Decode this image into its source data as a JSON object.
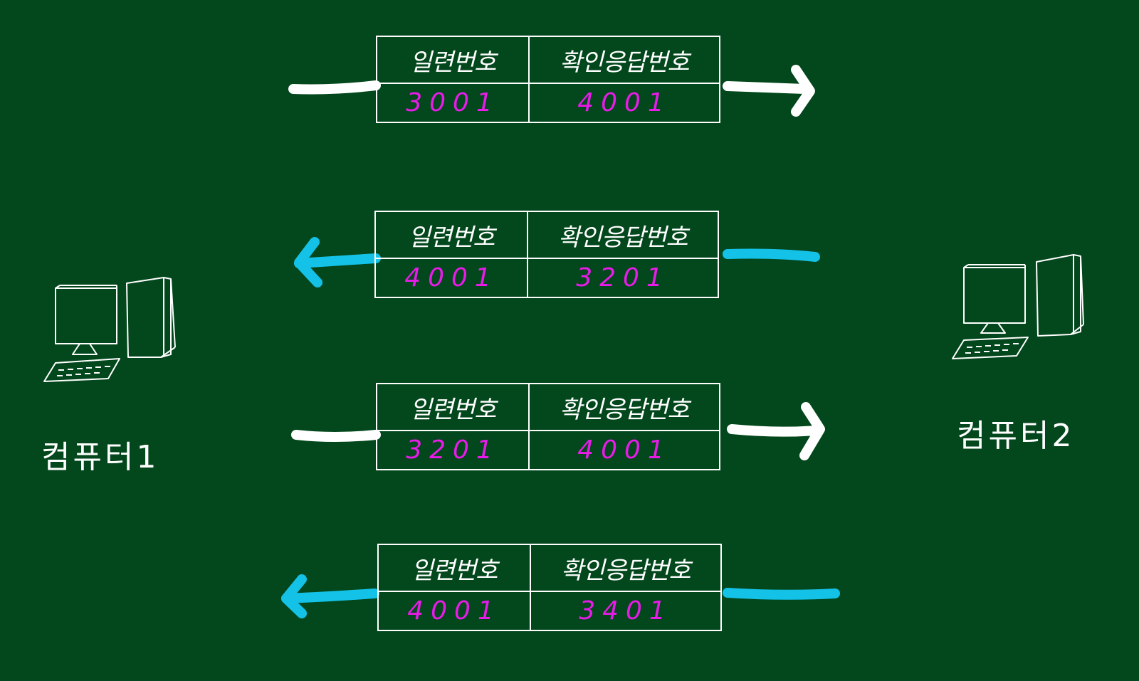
{
  "colors": {
    "background": "#03471c",
    "outline": "#ffffff",
    "number": "#e81be8",
    "arrow_to_computer2": "#ffffff",
    "arrow_to_computer1": "#14c2e8"
  },
  "computers": {
    "left": {
      "label": "컴퓨터1",
      "icon": "desktop-computer-icon"
    },
    "right": {
      "label": "컴퓨터2",
      "icon": "desktop-computer-icon"
    }
  },
  "packets": [
    {
      "seq_header": "일련번호",
      "ack_header": "확인응답번호",
      "seq": "3001",
      "ack": "4001",
      "direction": "to-computer2"
    },
    {
      "seq_header": "일련번호",
      "ack_header": "확인응답번호",
      "seq": "4001",
      "ack": "3201",
      "direction": "to-computer1"
    },
    {
      "seq_header": "일련번호",
      "ack_header": "확인응답번호",
      "seq": "3201",
      "ack": "4001",
      "direction": "to-computer2"
    },
    {
      "seq_header": "일련번호",
      "ack_header": "확인응답번호",
      "seq": "4001",
      "ack": "3401",
      "direction": "to-computer1"
    }
  ]
}
